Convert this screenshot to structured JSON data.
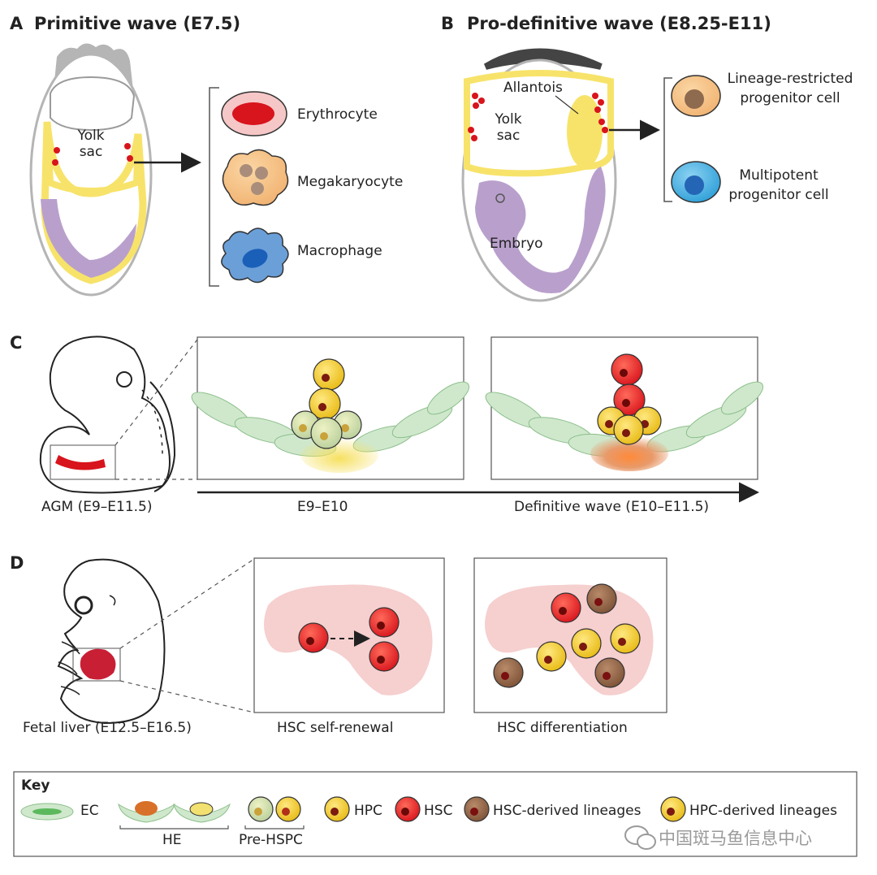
{
  "panels": {
    "A": {
      "letter": "A",
      "title": "Primitive wave (E7.5)",
      "yolk_sac": "Yolk\nsac",
      "cells": [
        "Erythrocyte",
        "Megakaryocyte",
        "Macrophage"
      ]
    },
    "B": {
      "letter": "B",
      "title": "Pro-definitive wave (E8.25-E11)",
      "allantois": "Allantois",
      "yolk_sac": "Yolk\nsac",
      "embryo": "Embryo",
      "cells": [
        "Lineage-restricted\nprogenitor cell",
        "Multipotent\nprogenitor cell"
      ]
    },
    "C": {
      "letter": "C",
      "agm": "AGM (E9–E11.5)",
      "stage1": "E9–E10",
      "stage2": "Definitive wave (E10–E11.5)"
    },
    "D": {
      "letter": "D",
      "liver": "Fetal liver (E12.5–E16.5)",
      "self_renewal": "HSC self-renewal",
      "differentiation": "HSC differentiation"
    }
  },
  "key": {
    "title": "Key",
    "ec": "EC",
    "he": "HE",
    "pre_hspc": "Pre-HSPC",
    "hpc": "HPC",
    "hsc": "HSC",
    "hsc_lineages": "HSC-derived lineages",
    "hpc_lineages": "HPC-derived lineages"
  },
  "watermark": "中国斑马鱼信息中心",
  "colors": {
    "yolk": "#f7e36a",
    "purple": "#b9a0cc",
    "red": "#e8222a",
    "yellow": "#f2cf2a",
    "brown": "#9a6a4c",
    "green": "#cfe8cc",
    "pink": "#f6cfcf",
    "blue": "#4f8fd2"
  }
}
